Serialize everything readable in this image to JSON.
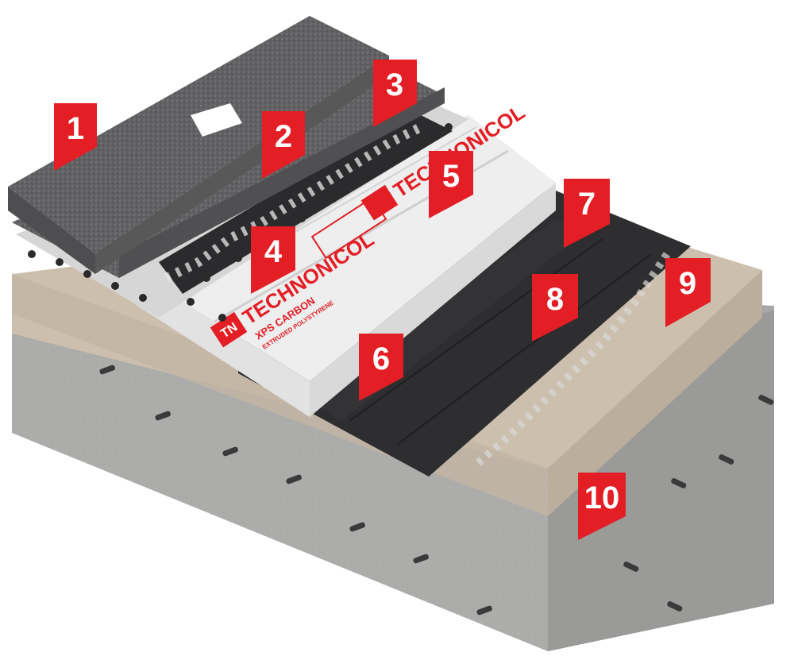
{
  "brand": {
    "logo_mark": "TN",
    "name": "TECHNONICOL",
    "product": "XPS CARBON",
    "subline": "EXTRUDED POLYSTYRENE"
  },
  "layers": [
    {
      "number": "1"
    },
    {
      "number": "2"
    },
    {
      "number": "3"
    },
    {
      "number": "4"
    },
    {
      "number": "5"
    },
    {
      "number": "6"
    },
    {
      "number": "7"
    },
    {
      "number": "8"
    },
    {
      "number": "9"
    },
    {
      "number": "10"
    }
  ],
  "colors": {
    "badge": "#e31e24",
    "concrete": "#a9a9a7",
    "screed": "#cdbfae",
    "membrane": "#2e2e30",
    "xps": "#eeeeee",
    "paver": "#606062"
  }
}
